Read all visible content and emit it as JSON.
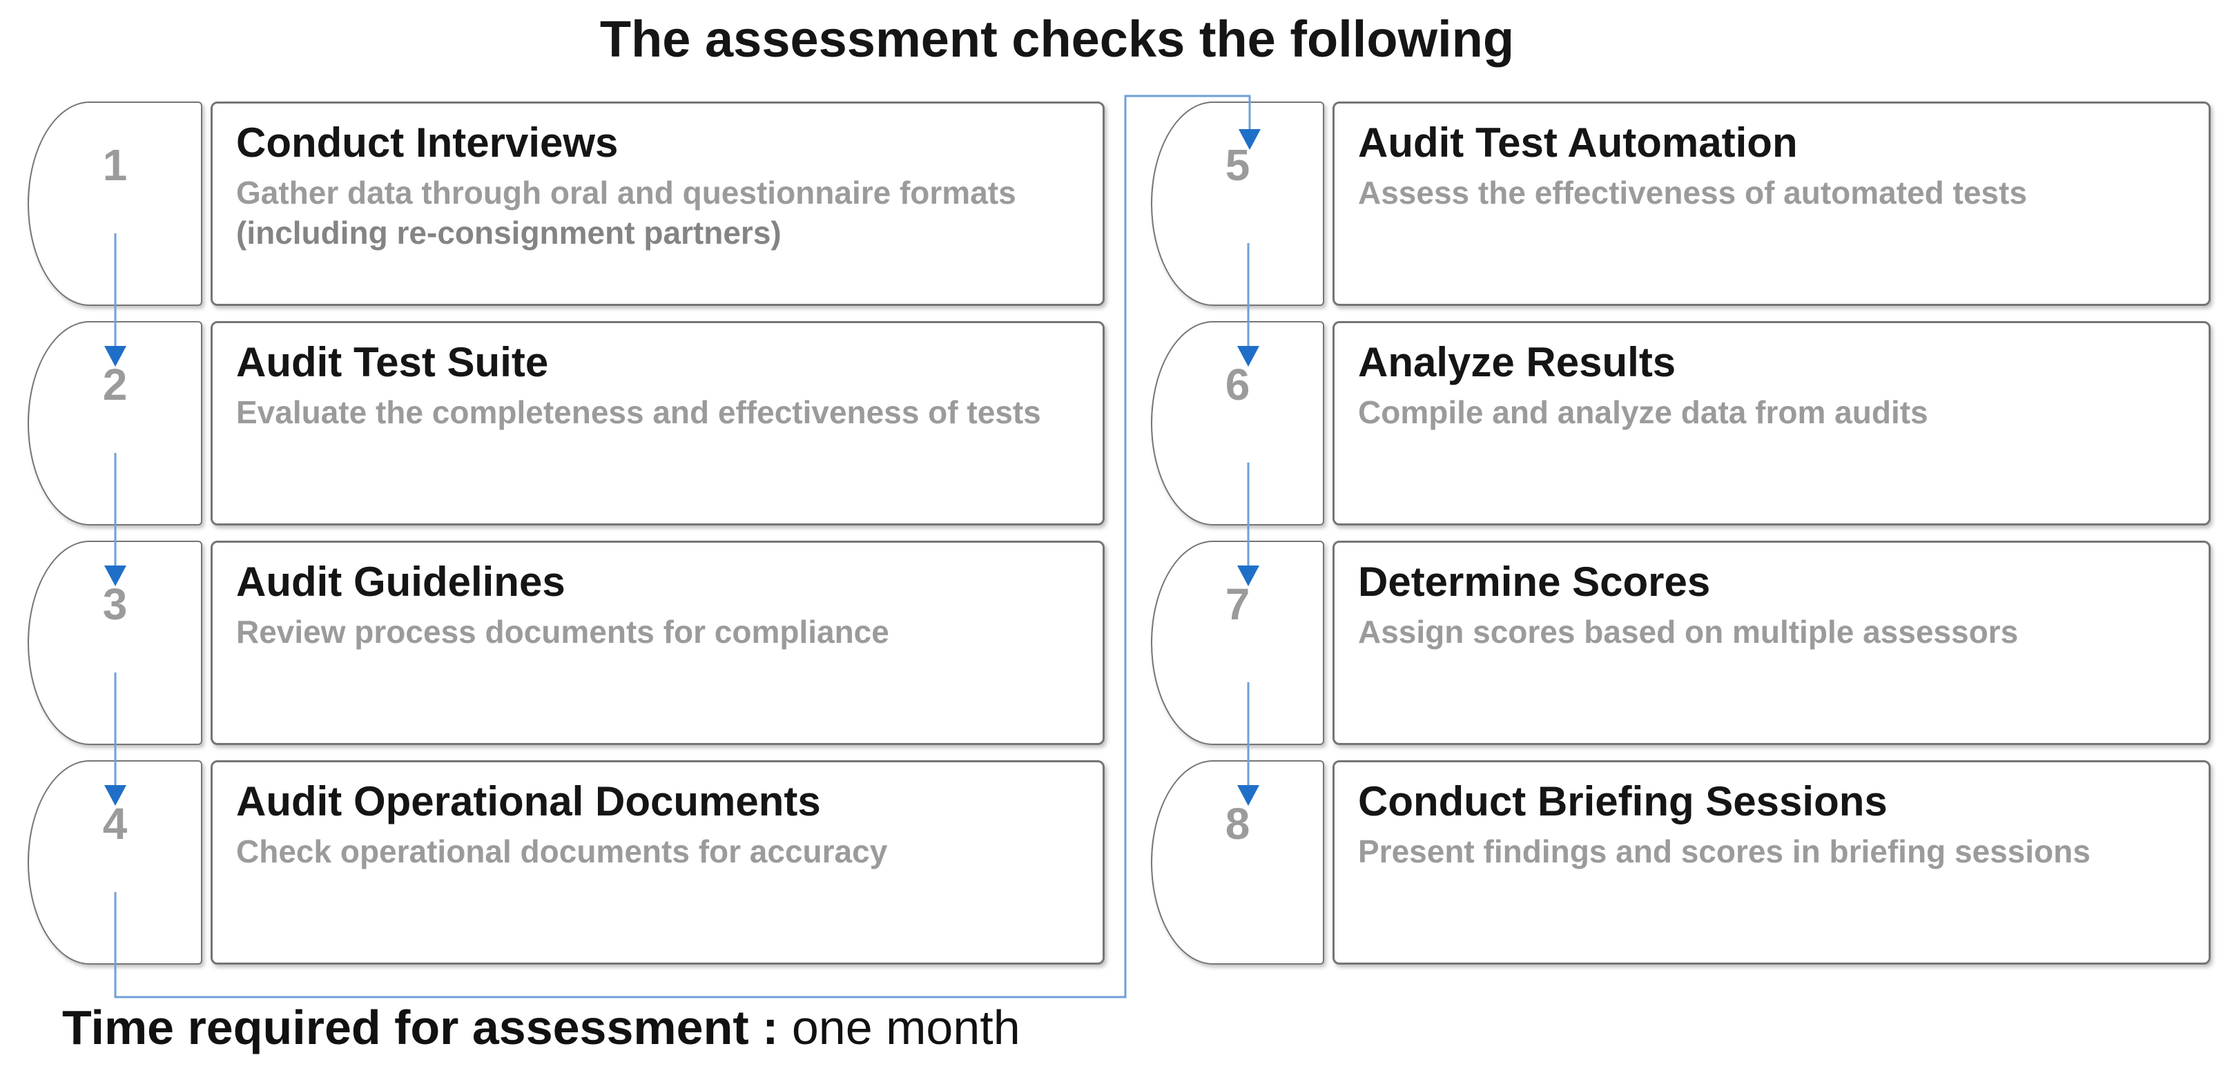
{
  "title": "The assessment checks the following",
  "footer": {
    "label_bold": "Time required for assessment :",
    "label_normal": "one month"
  },
  "colors": {
    "title_black": "#151515",
    "desc_gray": "#9b9b9b",
    "desc_gray_bold": "#848484",
    "number_gray": "#9b9b9b",
    "border_gray": "#757575",
    "line_blue": "#6f9fd8",
    "arrow_blue": "#1f6fc8"
  },
  "steps": [
    {
      "number": "1",
      "title": "Conduct Interviews",
      "desc": "Gather data through oral and questionnaire formats",
      "desc_bold": "(including re-consignment partners)"
    },
    {
      "number": "2",
      "title": "Audit Test Suite",
      "desc": "Evaluate the completeness and effectiveness of tests",
      "desc_bold": ""
    },
    {
      "number": "3",
      "title": "Audit Guidelines",
      "desc": "Review process documents for compliance",
      "desc_bold": ""
    },
    {
      "number": "4",
      "title": "Audit Operational Documents",
      "desc": "Check operational documents for accuracy",
      "desc_bold": ""
    },
    {
      "number": "5",
      "title": "Audit Test Automation",
      "desc": "Assess the effectiveness of automated tests",
      "desc_bold": ""
    },
    {
      "number": "6",
      "title": "Analyze Results",
      "desc": "Compile and analyze data from audits",
      "desc_bold": ""
    },
    {
      "number": "7",
      "title": "Determine Scores",
      "desc": "Assign scores based on multiple assessors",
      "desc_bold": ""
    },
    {
      "number": "8",
      "title": "Conduct Briefing Sessions",
      "desc": "Present findings and scores in briefing sessions",
      "desc_bold": ""
    }
  ]
}
